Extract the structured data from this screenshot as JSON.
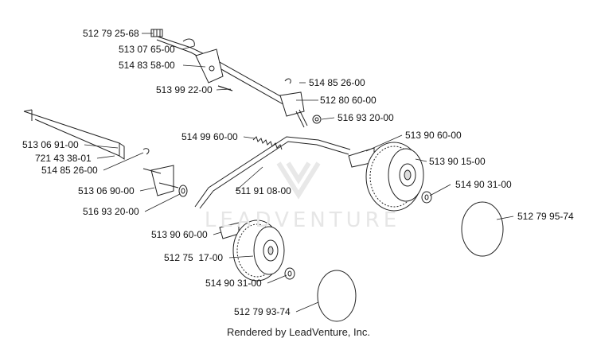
{
  "watermark": "LEADVENTURE",
  "footer": "Rendered by LeadVenture, Inc.",
  "colors": {
    "line": "#222222",
    "watermark": "#e6e6e6"
  },
  "parts": {
    "p01": "512 79 25-68",
    "p02": "513 07 65-00",
    "p03": "514 83 58-00",
    "p04": "514 85 26-00",
    "p05": "513 99 22-00",
    "p06": "512 80 60-00",
    "p07": "516 93 20-00",
    "p08": "514 99 60-00",
    "p09": "513 90 60-00",
    "p10": "513 06 91-00",
    "p11": "721 43 38-01",
    "p12": "514 85 26-00",
    "p13": "513 90 15-00",
    "p14": "513 06 90-00",
    "p15": "511 91 08-00",
    "p16": "514 90 31-00",
    "p17": "516 93 20-00",
    "p18": "512 79 95-74",
    "p19": "513 90 60-00",
    "p20": "512 75  17-00",
    "p21": "514 90 31-00",
    "p22": "512 79 93-74"
  }
}
